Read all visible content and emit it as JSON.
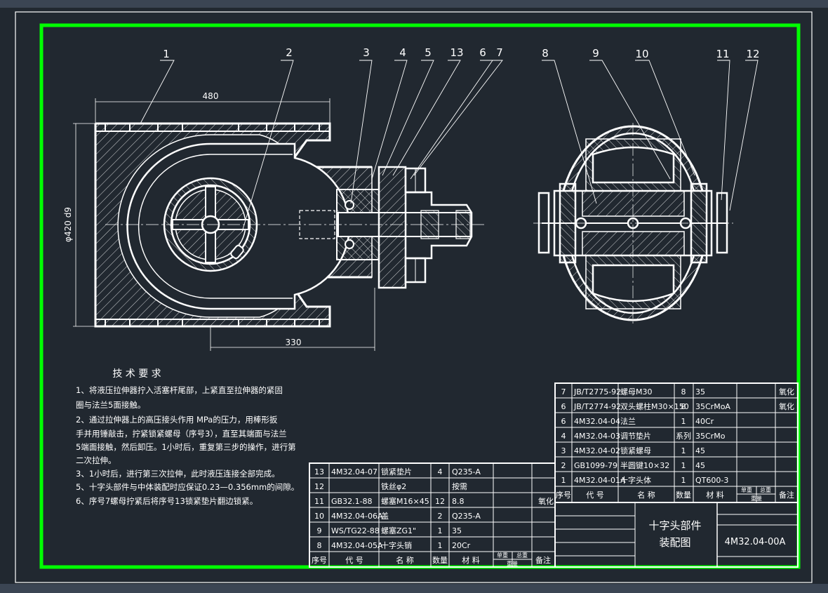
{
  "drawing": {
    "colors": {
      "background": "#212830",
      "frame": "#00ff00",
      "lines": "#ffffff",
      "text": "#ffffff",
      "ui_bar": "#3b4553"
    },
    "balloons_front": [
      "1",
      "2",
      "3",
      "4",
      "5",
      "13",
      "6",
      "7"
    ],
    "balloons_side": [
      "8",
      "9",
      "10",
      "11",
      "12"
    ],
    "dimensions": {
      "width_top": "480",
      "diameter": "φ420 d9",
      "width_bottom": "330"
    },
    "tech_requirements": {
      "title": "技 术 要 求",
      "lines": [
        "1、将液压拉伸器拧入活塞杆尾部，上紧直至拉伸器的紧固",
        "圈与法兰5面接触。",
        "2、通过拉伸器上的高压接头作用  MPa的压力，用棒形扳",
        "手并用锤敲击，拧紧锁紧螺母（序号3），直至其端面与法兰",
        "5端面接触，然后卸压。1小时后，重复第三步的操作，进行第",
        "二次拉伸。",
        "3、1小时后，进行第三次拉伸，此时液压连接全部完成。",
        "5、十字头部件与中体装配时应保证0.23—0.356mm的间隙。",
        "6、序号7螺母拧紧后将序号13锁紧垫片翻边锁紧。"
      ]
    },
    "bom_left": {
      "rows": [
        [
          "13",
          "4M32.04-07",
          "锁紧垫片",
          "4",
          "Q235-A",
          ""
        ],
        [
          "12",
          "",
          "铁丝φ2",
          "",
          "按需",
          ""
        ],
        [
          "11",
          "GB32.1-88",
          "螺塞M16×45",
          "12",
          "8.8",
          "氧化"
        ],
        [
          "10",
          "4M32.04-06A",
          "盖",
          "2",
          "Q235-A",
          ""
        ],
        [
          "9",
          "WS/TG22-88",
          "螺塞ZG1\"",
          "1",
          "35",
          ""
        ],
        [
          "8",
          "4M32.04-05A",
          "十字头销",
          "1",
          "20Cr",
          ""
        ]
      ],
      "header": [
        "序号",
        "代 号",
        "名 称",
        "数量",
        "材 料",
        "单重",
        "总重",
        "备注"
      ],
      "weight_sub": "重量"
    },
    "bom_right": {
      "rows": [
        [
          "7",
          "JB/T2775-92",
          "螺母M30",
          "8",
          "35",
          "氧化"
        ],
        [
          "6",
          "JB/T2774-92",
          "双头螺柱M30×150",
          "8",
          "35CrMoA",
          "氧化"
        ],
        [
          "6",
          "4M32.04-04",
          "法兰",
          "1",
          "40Cr",
          ""
        ],
        [
          "4",
          "4M32.04-03",
          "调节垫片",
          "系列",
          "35CrMo",
          ""
        ],
        [
          "3",
          "4M32.04-02",
          "锁紧螺母",
          "1",
          "45",
          ""
        ],
        [
          "2",
          "GB1099-79",
          "半圆键10×32",
          "1",
          "45",
          ""
        ],
        [
          "1",
          "4M32.04-01A",
          "十字头体",
          "1",
          "QT600-3",
          ""
        ]
      ],
      "header": [
        "序号",
        "代 号",
        "名 称",
        "数量",
        "材 料",
        "单重",
        "总重",
        "备注"
      ],
      "weight_sub": "重量"
    },
    "title_block": {
      "name_line1": "十字头部件",
      "name_line2": "装配图",
      "drawing_no": "4M32.04-00A"
    }
  }
}
